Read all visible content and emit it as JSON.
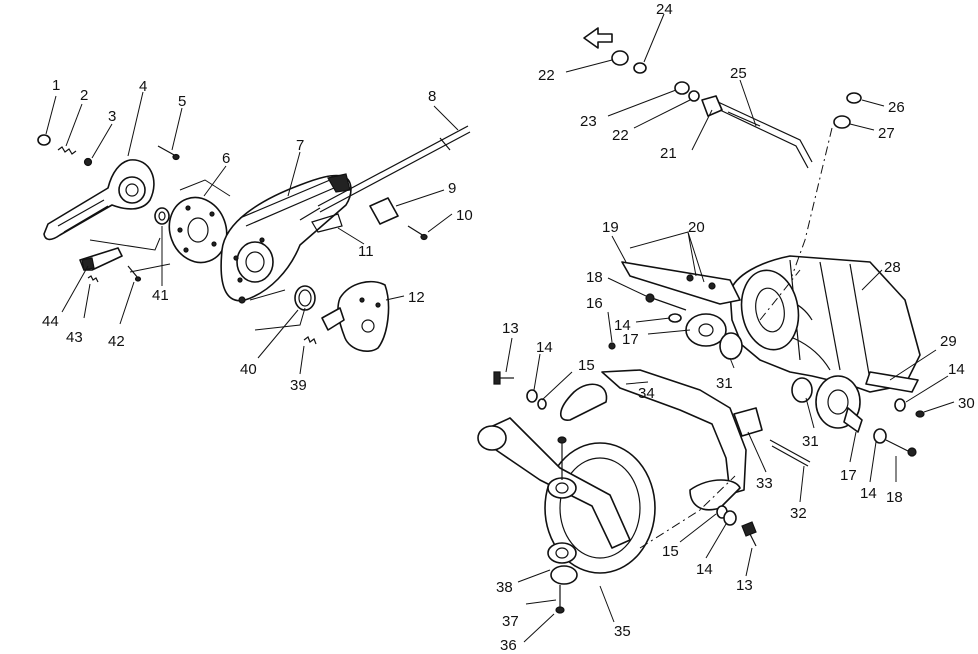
{
  "diagram": {
    "callouts": [
      {
        "id": "c1",
        "text": "1"
      },
      {
        "id": "c2",
        "text": "2"
      },
      {
        "id": "c3",
        "text": "3"
      },
      {
        "id": "c4",
        "text": "4"
      },
      {
        "id": "c5",
        "text": "5"
      },
      {
        "id": "c6",
        "text": "6"
      },
      {
        "id": "c7",
        "text": "7"
      },
      {
        "id": "c8",
        "text": "8"
      },
      {
        "id": "c9",
        "text": "9"
      },
      {
        "id": "c10",
        "text": "10"
      },
      {
        "id": "c11",
        "text": "11"
      },
      {
        "id": "c12",
        "text": "12"
      },
      {
        "id": "c39",
        "text": "39"
      },
      {
        "id": "c40",
        "text": "40"
      },
      {
        "id": "c41",
        "text": "41"
      },
      {
        "id": "c42",
        "text": "42"
      },
      {
        "id": "c43",
        "text": "43"
      },
      {
        "id": "c44",
        "text": "44"
      },
      {
        "id": "c24",
        "text": "24"
      },
      {
        "id": "c25",
        "text": "25"
      },
      {
        "id": "c22a",
        "text": "22"
      },
      {
        "id": "c23",
        "text": "23"
      },
      {
        "id": "c22b",
        "text": "22"
      },
      {
        "id": "c21",
        "text": "21"
      },
      {
        "id": "c26",
        "text": "26"
      },
      {
        "id": "c27",
        "text": "27"
      },
      {
        "id": "c19",
        "text": "19"
      },
      {
        "id": "c20",
        "text": "20"
      },
      {
        "id": "c28",
        "text": "28"
      },
      {
        "id": "c18a",
        "text": "18"
      },
      {
        "id": "c16",
        "text": "16"
      },
      {
        "id": "c14a",
        "text": "14"
      },
      {
        "id": "c17a",
        "text": "17"
      },
      {
        "id": "c13a",
        "text": "13"
      },
      {
        "id": "c14b",
        "text": "14"
      },
      {
        "id": "c15a",
        "text": "15"
      },
      {
        "id": "c31a",
        "text": "31"
      },
      {
        "id": "c34",
        "text": "34"
      },
      {
        "id": "c29",
        "text": "29"
      },
      {
        "id": "c14c",
        "text": "14"
      },
      {
        "id": "c30",
        "text": "30"
      },
      {
        "id": "c31b",
        "text": "31"
      },
      {
        "id": "c33",
        "text": "33"
      },
      {
        "id": "c32",
        "text": "32"
      },
      {
        "id": "c17b",
        "text": "17"
      },
      {
        "id": "c14d",
        "text": "14"
      },
      {
        "id": "c18b",
        "text": "18"
      },
      {
        "id": "c15b",
        "text": "15"
      },
      {
        "id": "c14e",
        "text": "14"
      },
      {
        "id": "c13b",
        "text": "13"
      },
      {
        "id": "c38",
        "text": "38"
      },
      {
        "id": "c37",
        "text": "37"
      },
      {
        "id": "c36",
        "text": "36"
      },
      {
        "id": "c35",
        "text": "35"
      }
    ]
  }
}
